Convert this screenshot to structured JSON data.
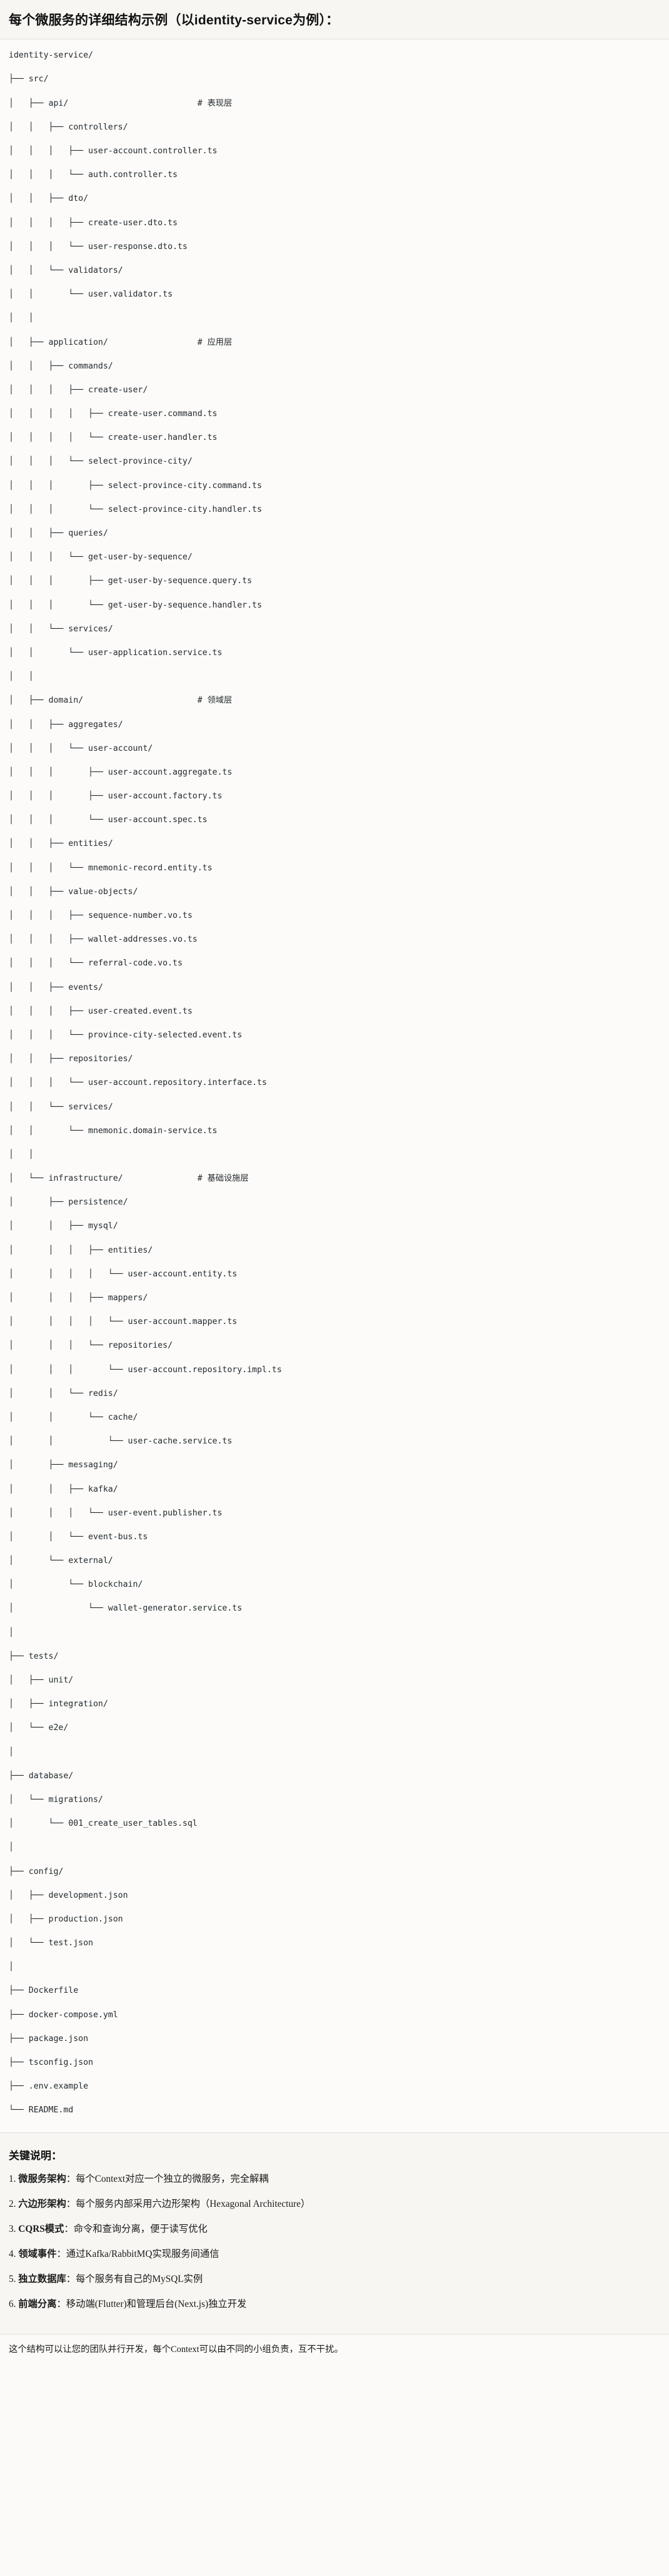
{
  "header": {
    "title": "每个微服务的详细结构示例（以identity-service为例）："
  },
  "tree": {
    "root": "identity-service/",
    "lines": [
      "identity-service/",
      "├── src/",
      "│   ├── api/                          # 表现层",
      "│   │   ├── controllers/",
      "│   │   │   ├── user-account.controller.ts",
      "│   │   │   └── auth.controller.ts",
      "│   │   ├── dto/",
      "│   │   │   ├── create-user.dto.ts",
      "│   │   │   └── user-response.dto.ts",
      "│   │   └── validators/",
      "│   │       └── user.validator.ts",
      "│   │",
      "│   ├── application/                  # 应用层",
      "│   │   ├── commands/",
      "│   │   │   ├── create-user/",
      "│   │   │   │   ├── create-user.command.ts",
      "│   │   │   │   └── create-user.handler.ts",
      "│   │   │   └── select-province-city/",
      "│   │   │       ├── select-province-city.command.ts",
      "│   │   │       └── select-province-city.handler.ts",
      "│   │   ├── queries/",
      "│   │   │   └── get-user-by-sequence/",
      "│   │   │       ├── get-user-by-sequence.query.ts",
      "│   │   │       └── get-user-by-sequence.handler.ts",
      "│   │   └── services/",
      "│   │       └── user-application.service.ts",
      "│   │",
      "│   ├── domain/                       # 领域层",
      "│   │   ├── aggregates/",
      "│   │   │   └── user-account/",
      "│   │   │       ├── user-account.aggregate.ts",
      "│   │   │       ├── user-account.factory.ts",
      "│   │   │       └── user-account.spec.ts",
      "│   │   ├── entities/",
      "│   │   │   └── mnemonic-record.entity.ts",
      "│   │   ├── value-objects/",
      "│   │   │   ├── sequence-number.vo.ts",
      "│   │   │   ├── wallet-addresses.vo.ts",
      "│   │   │   └── referral-code.vo.ts",
      "│   │   ├── events/",
      "│   │   │   ├── user-created.event.ts",
      "│   │   │   └── province-city-selected.event.ts",
      "│   │   ├── repositories/",
      "│   │   │   └── user-account.repository.interface.ts",
      "│   │   └── services/",
      "│   │       └── mnemonic.domain-service.ts",
      "│   │",
      "│   └── infrastructure/               # 基础设施层",
      "│       ├── persistence/",
      "│       │   ├── mysql/",
      "│       │   │   ├── entities/",
      "│       │   │   │   └── user-account.entity.ts",
      "│       │   │   ├── mappers/",
      "│       │   │   │   └── user-account.mapper.ts",
      "│       │   │   └── repositories/",
      "│       │   │       └── user-account.repository.impl.ts",
      "│       │   └── redis/",
      "│       │       └── cache/",
      "│       │           └── user-cache.service.ts",
      "│       ├── messaging/",
      "│       │   ├── kafka/",
      "│       │   │   └── user-event.publisher.ts",
      "│       │   └── event-bus.ts",
      "│       └── external/",
      "│           └── blockchain/",
      "│               └── wallet-generator.service.ts",
      "│",
      "├── tests/",
      "│   ├── unit/",
      "│   ├── integration/",
      "│   └── e2e/",
      "│",
      "├── database/",
      "│   └── migrations/",
      "│       └── 001_create_user_tables.sql",
      "│",
      "├── config/",
      "│   ├── development.json",
      "│   ├── production.json",
      "│   └── test.json",
      "│",
      "├── Dockerfile",
      "├── docker-compose.yml",
      "├── package.json",
      "├── tsconfig.json",
      "├── .env.example",
      "└── README.md"
    ],
    "layer_comments": [
      {
        "path": "api/",
        "comment": "# 表现层"
      },
      {
        "path": "application/",
        "comment": "# 应用层"
      },
      {
        "path": "domain/",
        "comment": "# 领域层"
      },
      {
        "path": "infrastructure/",
        "comment": "# 基础设施层"
      }
    ]
  },
  "notes": {
    "title": "关键说明：",
    "items": [
      {
        "num": "1.",
        "lead": "微服务架构",
        "text": "：每个Context对应一个独立的微服务，完全解耦"
      },
      {
        "num": "2.",
        "lead": "六边形架构",
        "text": "：每个服务内部采用六边形架构（Hexagonal Architecture）"
      },
      {
        "num": "3.",
        "lead": "CQRS模式",
        "text": "：命令和查询分离，便于读写优化"
      },
      {
        "num": "4.",
        "lead": "领域事件",
        "text": "：通过Kafka/RabbitMQ实现服务间通信"
      },
      {
        "num": "5.",
        "lead": "独立数据库",
        "text": "：每个服务有自己的MySQL实例"
      },
      {
        "num": "6.",
        "lead": "前端分离",
        "text": "：移动端(Flutter)和管理后台(Next.js)独立开发"
      }
    ]
  },
  "footer": {
    "text": "这个结构可以让您的团队并行开发，每个Context可以由不同的小组负责，互不干扰。"
  }
}
